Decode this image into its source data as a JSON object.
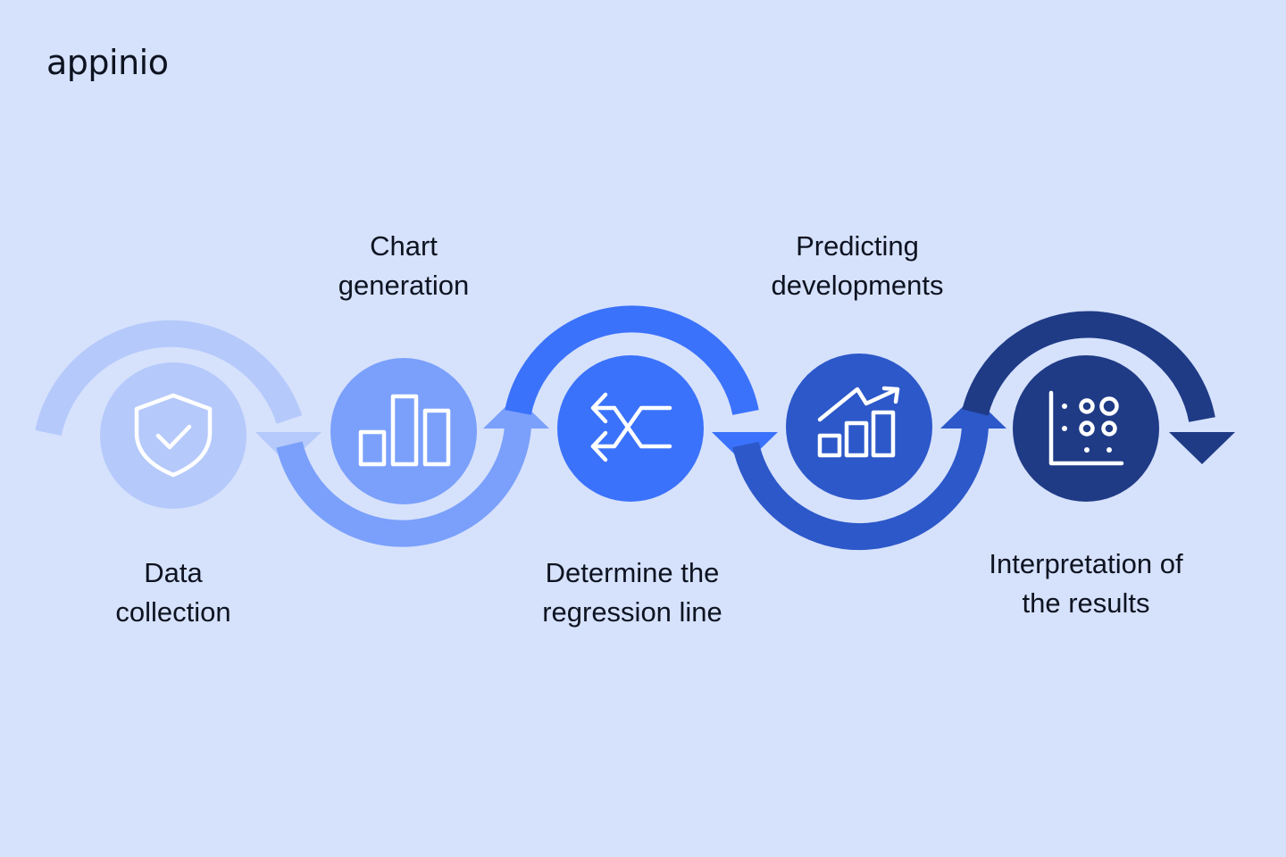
{
  "brand": {
    "logo_text": "appinio"
  },
  "steps": [
    {
      "label": "Data\ncollection",
      "icon": "shield-check-icon",
      "color": "#b5c9fb"
    },
    {
      "label": "Chart\ngeneration",
      "icon": "bar-chart-icon",
      "color": "#7aa0fb"
    },
    {
      "label": "Determine the\nregression line",
      "icon": "shuffle-arrows-icon",
      "color": "#3a72fb"
    },
    {
      "label": "Predicting\ndevelopments",
      "icon": "trend-up-chart-icon",
      "color": "#2c58c9"
    },
    {
      "label": "Interpretation of\nthe results",
      "icon": "scatter-plot-icon",
      "color": "#1f3b86"
    }
  ],
  "colors": {
    "background": "#d6e1fc",
    "text": "#0d1320",
    "icon_stroke": "#ffffff"
  }
}
